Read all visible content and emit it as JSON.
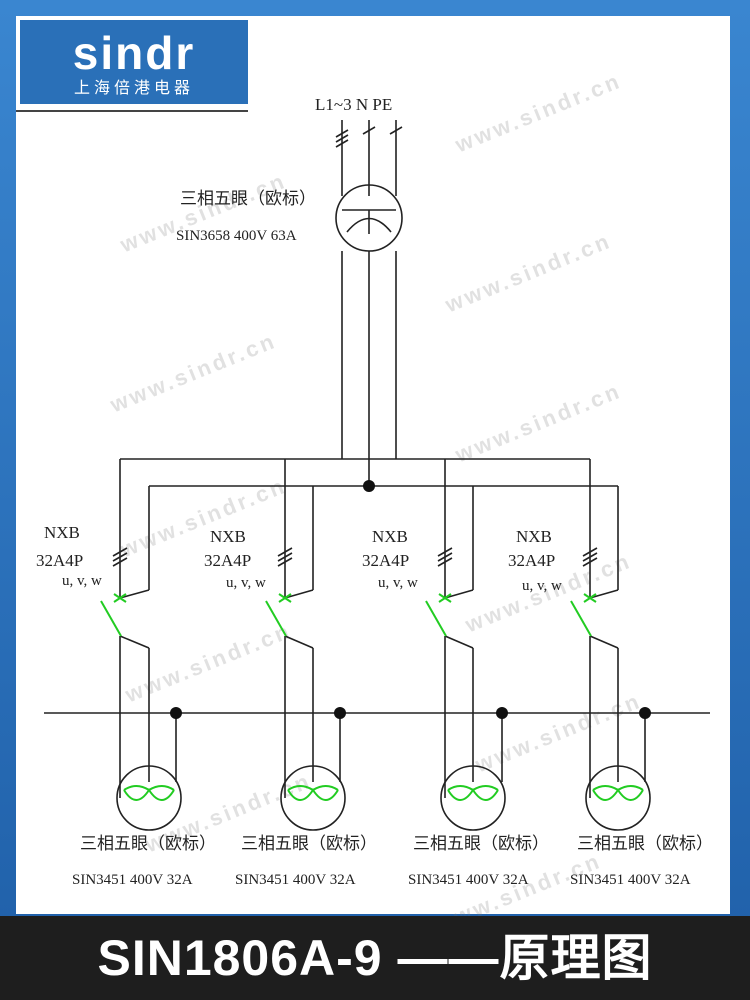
{
  "logo": {
    "brand": "sindr",
    "subtitle": "上海倍港电器"
  },
  "watermark": "www.sindr.cn",
  "supply": {
    "label": "L1~3  N  PE"
  },
  "inlet": {
    "name": "三相五眼（欧标）",
    "spec": "SIN3658 400V 63A"
  },
  "breakers": [
    {
      "model": "NXB",
      "rating": "32A4P",
      "phases": "u, v, w"
    },
    {
      "model": "NXB",
      "rating": "32A4P",
      "phases": "u, v, w"
    },
    {
      "model": "NXB",
      "rating": "32A4P",
      "phases": "u, v, w"
    },
    {
      "model": "NXB",
      "rating": "32A4P",
      "phases": "u, v, w"
    }
  ],
  "sockets": [
    {
      "name": "三相五眼（欧标）",
      "spec": "SIN3451 400V 32A"
    },
    {
      "name": "三相五眼（欧标）",
      "spec": "SIN3451 400V 32A"
    },
    {
      "name": "三相五眼（欧标）",
      "spec": "SIN3451 400V 32A"
    },
    {
      "name": "三相五眼（欧标）",
      "spec": "SIN3451 400V 32A"
    }
  ],
  "footer": {
    "title": "SIN1806A-9 ——原理图"
  },
  "colors": {
    "frame": "#2a70b8",
    "switch": "#22cc22",
    "line": "#222222",
    "footer": "#1e1e1e"
  }
}
